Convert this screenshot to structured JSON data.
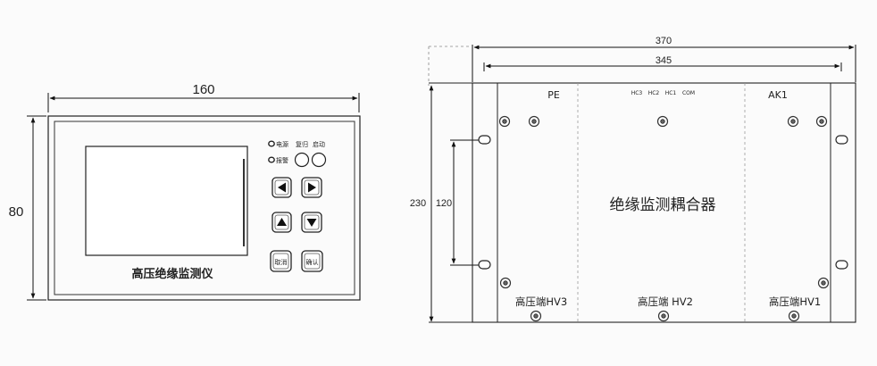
{
  "front_panel": {
    "width_dim": "160",
    "height_dim": "80",
    "title": "高压绝缘监测仪",
    "indicators": [
      {
        "label": "电源"
      },
      {
        "label": "报警"
      }
    ],
    "top_labels": [
      "复归",
      "启动"
    ],
    "arrow_buttons": [
      {
        "name": "left",
        "glyph": "left-triangle"
      },
      {
        "name": "right",
        "glyph": "right-triangle"
      },
      {
        "name": "up",
        "glyph": "up-triangle"
      },
      {
        "name": "down",
        "glyph": "down-triangle"
      }
    ],
    "cancel_label": "取消",
    "confirm_label": "确认"
  },
  "coupler": {
    "overall_width_dim": "370",
    "inner_width_dim": "345",
    "height_dim": "230",
    "hole_spacing_dim": "120",
    "title": "绝缘监测耦合器",
    "pe_label": "PE",
    "hc_labels": [
      "HC3",
      "HC2",
      "HC1",
      "COM"
    ],
    "ak_label": "AK1",
    "terminals": [
      "高压端HV3",
      "高压端 HV2",
      "高压端HV1"
    ]
  }
}
